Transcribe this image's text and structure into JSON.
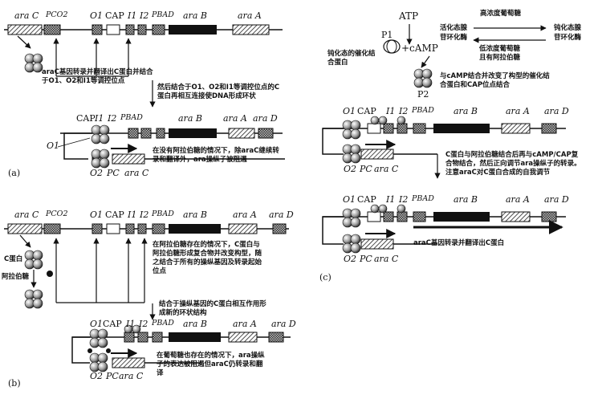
{
  "genes": {
    "araC": "ara C",
    "araB": "ara B",
    "araA": "ara A",
    "araD": "ara D",
    "pc": "PC",
    "o2": "O2",
    "o1": "O1",
    "cap": "CAP",
    "i1": "I1",
    "i2": "I2",
    "pbad": "PBAD",
    "pcO2": "PCO2"
  },
  "panel_a": {
    "tag": "(a)",
    "text1": "araC基因转录并翻译出C蛋白并结合于O1、O2和I1等调控位点",
    "text2": "然后结合于O1、O2和I1等调控位点的C蛋白再相互连接使DNA形成环状",
    "text3": "在没有阿拉伯糖的情况下，除araC继续转录和翻译外，ara操纵子被阻遏"
  },
  "panel_b": {
    "tag": "(b)",
    "c_protein": "C蛋白",
    "arabinose": "阿拉伯糖",
    "text1": "在阿拉伯糖存在的情况下，C蛋白与阿拉伯糖形成复合物并改变构型，随之结合于所有的操纵基因及转录起始位点",
    "text2": "结合于操纵基因的C蛋白相互作用形成新的环状结构",
    "text3": "在葡萄糖也存在的情况下，ara操纵子的表达被阻遏但araC仍转录和翻译"
  },
  "panel_c": {
    "tag": "(c)",
    "atp": "ATP",
    "camp": "+cAMP",
    "p1": "P1",
    "p2": "P2",
    "high_glucose": "高浓度葡萄糖",
    "activate": "活化态腺",
    "cyclase": "苷环化酶",
    "passive": "钝化态腺",
    "cyclase2": "苷环化酶",
    "low_glucose": "低浓度葡萄糖",
    "arabinose_present": "且有阿拉伯糖",
    "inactive_protein": "钝化态的催化结合蛋白",
    "binding": "与cAMP结合并改变了构型的催化结合蛋白和CAP位点结合",
    "text2": "C蛋白与阿拉伯糖结合后再与cAMP/CAP复合物结合，然后正向调节ara操纵子的转录。注意araC对C蛋白合成的自我调节",
    "text3": "araC基因转录并翻译出C蛋白"
  }
}
